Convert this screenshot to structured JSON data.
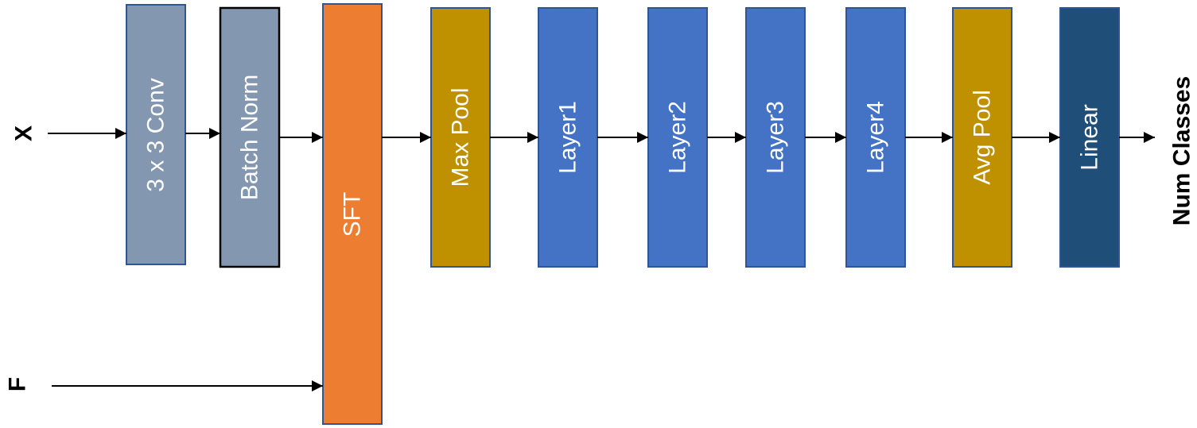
{
  "inputs": {
    "x": "X",
    "f": "F"
  },
  "output": {
    "label": "Num Classes"
  },
  "blocks": [
    {
      "id": "conv",
      "label": "3 x 3 Conv",
      "color": "#8497B0",
      "border": "#2F5597"
    },
    {
      "id": "batchnorm",
      "label": "Batch Norm",
      "color": "#8497B0",
      "border": "#000000"
    },
    {
      "id": "sft",
      "label": "SFT",
      "color": "#ED7D31",
      "border": "#2F5597"
    },
    {
      "id": "maxpool",
      "label": "Max Pool",
      "color": "#BF9000",
      "border": "#2F5597"
    },
    {
      "id": "layer1",
      "label": "Layer1",
      "color": "#4472C4",
      "border": "#2F5597"
    },
    {
      "id": "layer2",
      "label": "Layer2",
      "color": "#4472C4",
      "border": "#2F5597"
    },
    {
      "id": "layer3",
      "label": "Layer3",
      "color": "#4472C4",
      "border": "#2F5597"
    },
    {
      "id": "layer4",
      "label": "Layer4",
      "color": "#4472C4",
      "border": "#2F5597"
    },
    {
      "id": "avgpool",
      "label": "Avg Pool",
      "color": "#BF9000",
      "border": "#2F5597"
    },
    {
      "id": "linear",
      "label": "Linear",
      "color": "#1F4E79",
      "border": "#2F5597"
    }
  ]
}
